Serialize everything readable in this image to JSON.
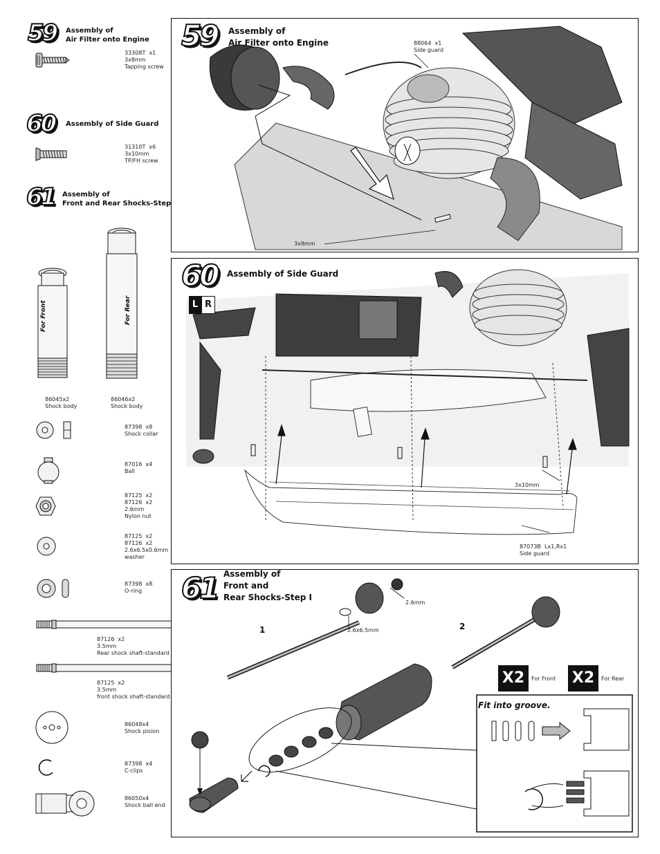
{
  "left_column": {
    "step59": {
      "number": "59",
      "title": "Assembly of\nAir Filter onto Engine",
      "parts": [
        {
          "label": "33308T  x1\n3x8mm\nTapping screw",
          "icon": "tapping-screw-icon"
        }
      ]
    },
    "step60": {
      "number": "60",
      "title": "Assembly of Side Guard",
      "parts": [
        {
          "label": "31310T  x6\n3x10mm\nTP/FH screw",
          "icon": "flat-head-screw-icon"
        }
      ]
    },
    "step61": {
      "number": "61",
      "title": "Assembly of\nFront and Rear Shocks-Step I",
      "parts": [
        {
          "label": "86045x2\nShock body",
          "icon": "front-shock-body-icon",
          "text_on_part": "For Front"
        },
        {
          "label": "86046x2\nShock body",
          "icon": "rear-shock-body-icon",
          "text_on_part": "For Rear"
        },
        {
          "label": "87398  x8\nShock collar",
          "icon": "shock-collar-icon"
        },
        {
          "label": "87016  x4\nBall",
          "icon": "ball-icon"
        },
        {
          "label": "87125  x2\n87126  x2\n2.6mm\nNylon nut",
          "icon": "nylon-nut-icon"
        },
        {
          "label": "87125  x2\n87126  x2\n2.6x6.5x0.6mm\nwasher",
          "icon": "washer-icon"
        },
        {
          "label": "87398  x8\nO-ring",
          "icon": "o-ring-icon"
        },
        {
          "label": "87126  x2\n3.5mm\nRear shock shaft-standard",
          "icon": "rear-shock-shaft-icon"
        },
        {
          "label": "87125  x2\n3.5mm\nfront shock shaft-standard",
          "icon": "front-shock-shaft-icon"
        },
        {
          "label": "86048x4\nShock pision",
          "icon": "shock-piston-icon"
        },
        {
          "label": "87398  x4\nC-clips",
          "icon": "c-clip-icon"
        },
        {
          "label": "86050x4\nShock ball end",
          "icon": "shock-ball-end-icon"
        }
      ]
    }
  },
  "panels": {
    "p59": {
      "number": "59",
      "title": "Assembly of\nAir Filter onto Engine",
      "callouts": [
        "88064  x1\nSide guard",
        "3x8mm"
      ]
    },
    "p60": {
      "number": "60",
      "title": "Assembly of Side Guard",
      "lr_left": "L",
      "lr_right": "R",
      "callouts": [
        "3x10mm",
        "87073B  Lx1,Rx1\nSide guard"
      ]
    },
    "p61": {
      "number": "61",
      "title": "Assembly of\nFront and\nRear Shocks-Step I",
      "sub_steps": [
        "1",
        "2"
      ],
      "callouts": [
        "2.6mm",
        "2.6x6.5mm"
      ],
      "qty_front": "X2",
      "qty_front_label": "For Front",
      "qty_rear": "X2",
      "qty_rear_label": "For Rear",
      "inset_title": "Fit into groove."
    }
  }
}
